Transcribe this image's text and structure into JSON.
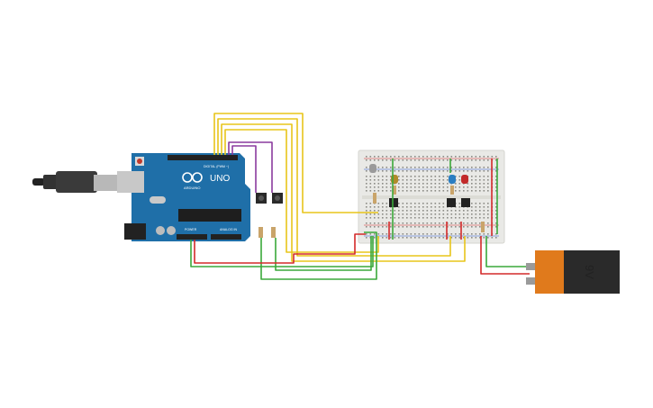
{
  "arduino": {
    "brand": "UNO",
    "maker": "ARDUINO",
    "digital_label": "DIGITAL (PWM ~)",
    "power_label": "POWER",
    "analog_label": "ANALOG IN"
  },
  "battery": {
    "label": "9V"
  },
  "colors": {
    "background": "#ffffff",
    "board": "#1f6fa8",
    "board_dark": "#15527e",
    "breadboard": "#e9e9e6",
    "wire_yellow": "#e8c51a",
    "wire_green": "#3aa83a",
    "wire_red": "#d42a2a",
    "wire_purple": "#8a3a9e",
    "wire_black": "#2a2a2a",
    "battery_body": "#2a2a2a",
    "battery_cap": "#e07a1c"
  },
  "components": [
    {
      "name": "led-gray",
      "color": "#9a9a9a"
    },
    {
      "name": "led-yellow",
      "color": "#b08a2a"
    },
    {
      "name": "led-blue",
      "color": "#2a7ec2"
    },
    {
      "name": "led-red",
      "color": "#c22a2a"
    }
  ]
}
